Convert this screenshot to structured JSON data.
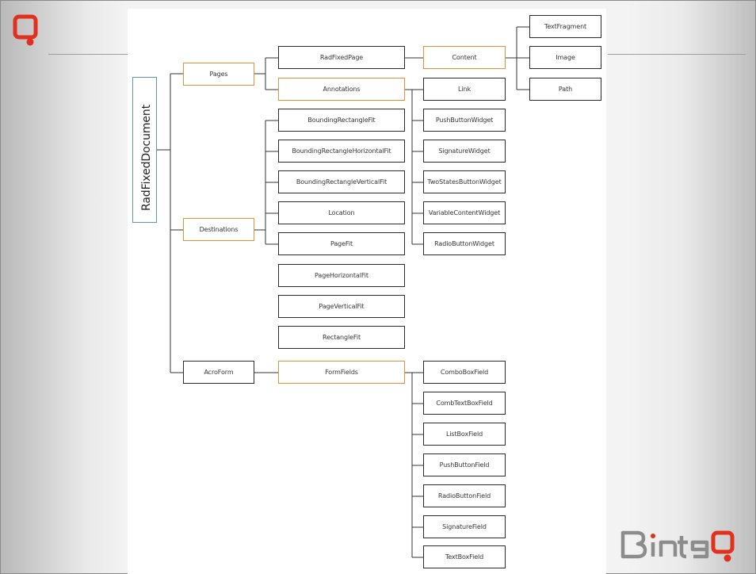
{
  "root": "RadFixedDocument",
  "level1": {
    "pages": "Pages",
    "destinations": "Destinations",
    "acroform": "AcroForm"
  },
  "pages_children": {
    "radfixedpage": "RadFixedPage",
    "annotations": "Annotations"
  },
  "content": "Content",
  "content_children": [
    "TextFragment",
    "Image",
    "Path"
  ],
  "annotation_items": [
    "Link",
    "PushButtonWidget",
    "SignatureWidget",
    "TwoStatesButtonWidget",
    "VariableContentWidget",
    "RadioButtonWidget"
  ],
  "destination_items": [
    "BoundingRectangleFit",
    "BoundingRectangleHorizontalFit",
    "BoundingRectangleVerticalFit",
    "Location",
    "PageFit",
    "PageHorizontalFit",
    "PageVerticalFit",
    "RectangleFit"
  ],
  "formfields": "FormFields",
  "formfield_items": [
    "ComboBoxField",
    "CombTextBoxField",
    "ListBoxField",
    "PushButtonField",
    "RadioButtonField",
    "SignatureField",
    "TextBoxField"
  ],
  "brand": {
    "text": "BinteQ"
  },
  "colors": {
    "accent_orange": "#e0913a",
    "root_border": "#5f93c4",
    "brand_red": "#e0301e",
    "brand_gray": "#8c8c8c"
  }
}
